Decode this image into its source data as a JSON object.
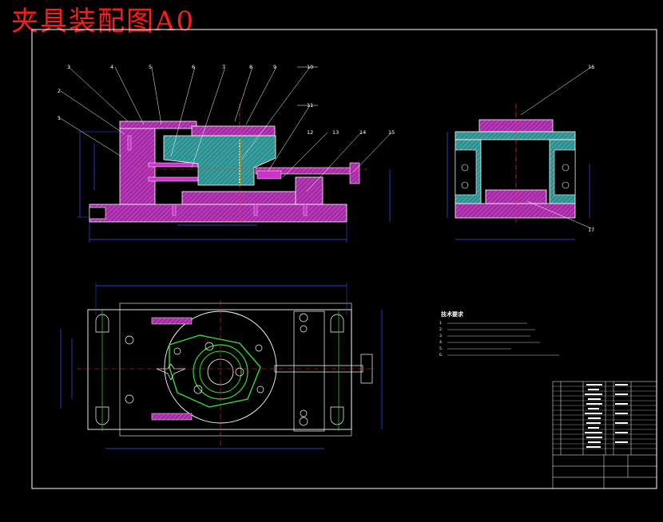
{
  "title": "夹具装配图A0",
  "colors": {
    "background": "#000000",
    "border": "#ffffff",
    "title": "#ff1a1a",
    "part_magenta": "#cc33cc",
    "part_teal": "#3aa6a6",
    "dimension": "#3355ff",
    "center_line": "#ff3333",
    "leader": "#ffffff",
    "spring": "#ffee33",
    "green": "#33dd33"
  },
  "callouts": [
    {
      "id": "c1",
      "label": "1"
    },
    {
      "id": "c2",
      "label": "2"
    },
    {
      "id": "c3",
      "label": "3"
    },
    {
      "id": "c4",
      "label": "4"
    },
    {
      "id": "c5",
      "label": "5"
    },
    {
      "id": "c6",
      "label": "6"
    },
    {
      "id": "c7",
      "label": "7"
    },
    {
      "id": "c8",
      "label": "8"
    },
    {
      "id": "c9",
      "label": "9"
    },
    {
      "id": "c10",
      "label": "10"
    },
    {
      "id": "c11",
      "label": "11"
    },
    {
      "id": "c12",
      "label": "12"
    },
    {
      "id": "c13",
      "label": "13"
    },
    {
      "id": "c14",
      "label": "14"
    },
    {
      "id": "c15",
      "label": "15"
    },
    {
      "id": "c16",
      "label": "16"
    },
    {
      "id": "c17",
      "label": "17"
    }
  ],
  "notes_heading": "技术要求",
  "notes": [
    "1.",
    "2.",
    "3.",
    "4.",
    "5.",
    "6."
  ]
}
